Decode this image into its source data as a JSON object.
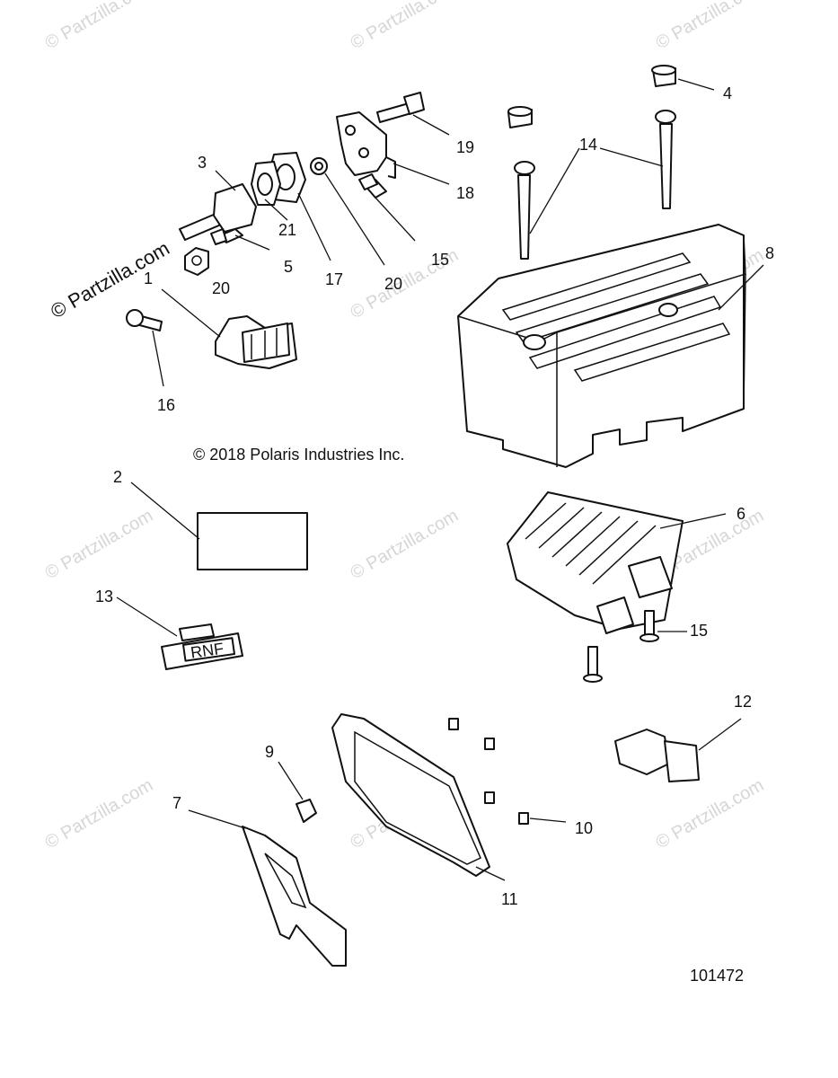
{
  "watermark": "© Partzilla.com",
  "copyright": "© 2018 Polaris Industries Inc.",
  "diagram_number": "101472",
  "label_box_text": "",
  "callouts": {
    "c1": "1",
    "c2": "2",
    "c3": "3",
    "c4": "4",
    "c5": "5",
    "c6": "6",
    "c7": "7",
    "c8": "8",
    "c9": "9",
    "c10": "10",
    "c11": "11",
    "c12": "12",
    "c13": "13",
    "c14": "14",
    "c15a": "15",
    "c15b": "15",
    "c16": "16",
    "c17": "17",
    "c18": "18",
    "c19": "19",
    "c20a": "20",
    "c20b": "20",
    "c21": "21"
  },
  "switch_text": "RNF"
}
